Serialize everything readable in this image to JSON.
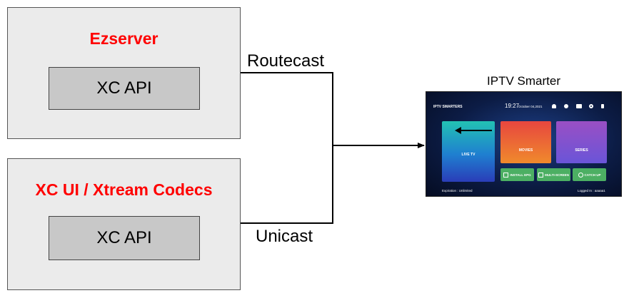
{
  "servers": [
    {
      "title": "Ezserver",
      "api_label": "XC API"
    },
    {
      "title": "XC UI / Xtream Codecs",
      "api_label": "XC API"
    }
  ],
  "connections": {
    "top_label": "Routecast",
    "bottom_label": "Unicast"
  },
  "client": {
    "caption": "IPTV Smarter",
    "screen": {
      "logo": "IPTV SMARTERS",
      "time": "19:27",
      "date": "October 04,2021",
      "tiles": [
        "LIVE TV",
        "MOVIES",
        "SERIES"
      ],
      "small_tiles": [
        "INSTALL EPG",
        "MULTI-SCREEN",
        "CATCH UP"
      ],
      "footer_left": "Expiration : Unlimited",
      "footer_right": "Logged In : aaaaa1",
      "icons": [
        "bell-icon",
        "user-icon",
        "video-icon",
        "gear-icon",
        "switch-icon"
      ]
    }
  },
  "colors": {
    "server_title": "#ff0000",
    "panel_bg": "#ebebeb",
    "api_bg": "#c8c8c8"
  }
}
